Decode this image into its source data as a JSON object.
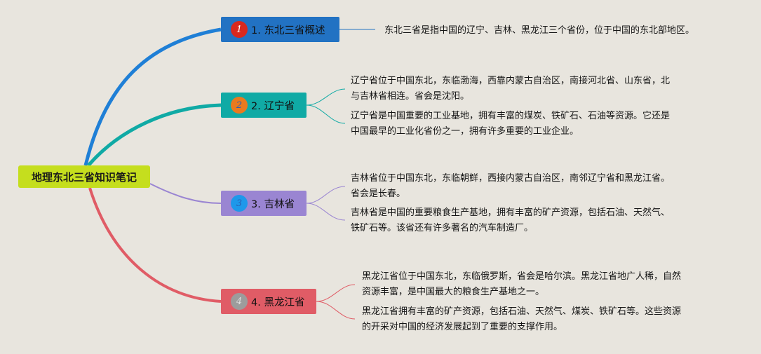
{
  "root": {
    "label": "地理东北三省知识笔记"
  },
  "colors": {
    "root": "#c5de1e",
    "branch1": "#2272c3",
    "branch2": "#10aaa5",
    "branch3": "#9a85d2",
    "branch4": "#e05c66"
  },
  "branches": [
    {
      "num": "1",
      "label": "1. 东北三省概述",
      "notes": [
        [
          "东北三省是指中国的辽宁、吉林、黑龙江三个省份，位于中国的东北部地区。"
        ]
      ]
    },
    {
      "num": "2",
      "label": "2. 辽宁省",
      "notes": [
        [
          "辽宁省位于中国东北，东临渤海，西靠内蒙古自治区，南接河北省、山东省，北",
          "与吉林省相连。省会是沈阳。"
        ],
        [
          "辽宁省是中国重要的工业基地，拥有丰富的煤炭、铁矿石、石油等资源。它还是",
          "中国最早的工业化省份之一，拥有许多重要的工业企业。"
        ]
      ]
    },
    {
      "num": "3",
      "label": "3. 吉林省",
      "notes": [
        [
          "吉林省位于中国东北，东临朝鲜，西接内蒙古自治区，南邻辽宁省和黑龙江省。",
          "省会是长春。"
        ],
        [
          "吉林省是中国的重要粮食生产基地，拥有丰富的矿产资源，包括石油、天然气、",
          "铁矿石等。该省还有许多著名的汽车制造厂。"
        ]
      ]
    },
    {
      "num": "4",
      "label": "4. 黑龙江省",
      "notes": [
        [
          "黑龙江省位于中国东北，东临俄罗斯，省会是哈尔滨。黑龙江省地广人稀，自然",
          "资源丰富，是中国最大的粮食生产基地之一。"
        ],
        [
          "黑龙江省拥有丰富的矿产资源，包括石油、天然气、煤炭、铁矿石等。这些资源",
          "的开采对中国的经济发展起到了重要的支撑作用。"
        ]
      ]
    }
  ]
}
